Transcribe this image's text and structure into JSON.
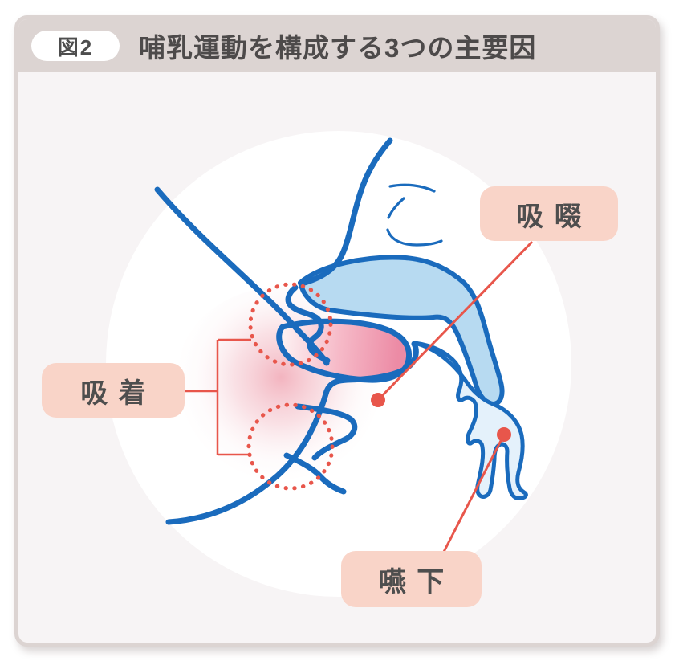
{
  "header": {
    "figure_tag": "図2",
    "title": "哺乳運動を構成する3つの主要因"
  },
  "diagram": {
    "labels": {
      "suckling": "吸啜",
      "latching": "吸着",
      "swallowing": "嚥下"
    }
  },
  "colors": {
    "header_bar": "#dcd4d2",
    "panel_background": "#f7f4f5",
    "page_background": "#ffffff",
    "label_background": "#f9d4c8",
    "label_text": "#4e4e4e",
    "title_text": "#4d4a4a",
    "outline_blue": "#1a6bbd",
    "palate_fill": "#b7daf1",
    "throat_fill": "#e4f1fb",
    "nipple_pink": "#ec8ba5",
    "pointer_red": "#e8564b"
  }
}
